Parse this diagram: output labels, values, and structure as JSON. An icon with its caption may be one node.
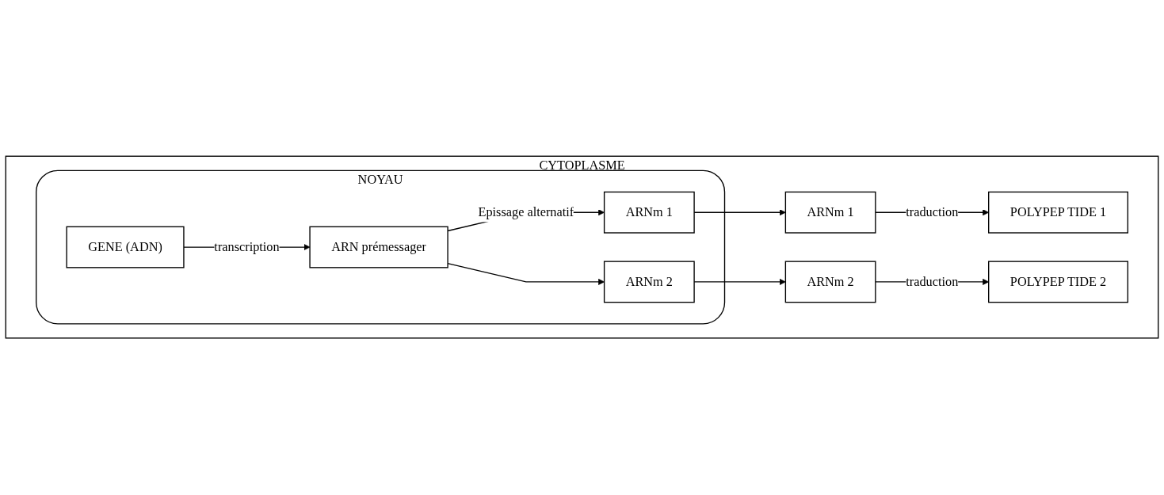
{
  "diagram": {
    "nodes": [
      {
        "text": [
          "CYTOPLASME"
        ]
      },
      {
        "text": [
          "NOYAU"
        ],
        "in": 0
      },
      {
        "text": [
          "GENE (ADN)"
        ],
        "in": 1
      },
      {
        "text": [
          "ARN prémessager"
        ],
        "in": 1
      },
      {
        "text": [
          "ARNm 1"
        ],
        "in": 1
      },
      {
        "text": [
          "ARNm 2"
        ],
        "in": 1
      },
      {
        "text": [
          "ARNm 1"
        ],
        "in": 0
      },
      {
        "text": [
          "ARNm 2"
        ],
        "in": 0
      },
      {
        "text": [
          "POLYPEP TIDE 1"
        ],
        "in": 0
      },
      {
        "text": [
          "POLYPEP TIDE 2"
        ],
        "in": 0
      }
    ],
    "edges": [
      {
        "from": 2,
        "to": 3,
        "arrow": "to",
        "label": "transcription"
      },
      {
        "from": 3,
        "to": 4,
        "arrow": "to",
        "label": "Epissage alternatif"
      },
      {
        "from": 3,
        "to": 5,
        "arrow": "to"
      },
      {
        "from": 4,
        "to": 6,
        "arrow": "to"
      },
      {
        "from": 5,
        "to": 7,
        "arrow": "to"
      },
      {
        "from": 6,
        "to": 8,
        "arrow": "to",
        "label": "traduction"
      },
      {
        "from": 7,
        "to": 9,
        "arrow": "to",
        "label": "traduction"
      }
    ]
  }
}
